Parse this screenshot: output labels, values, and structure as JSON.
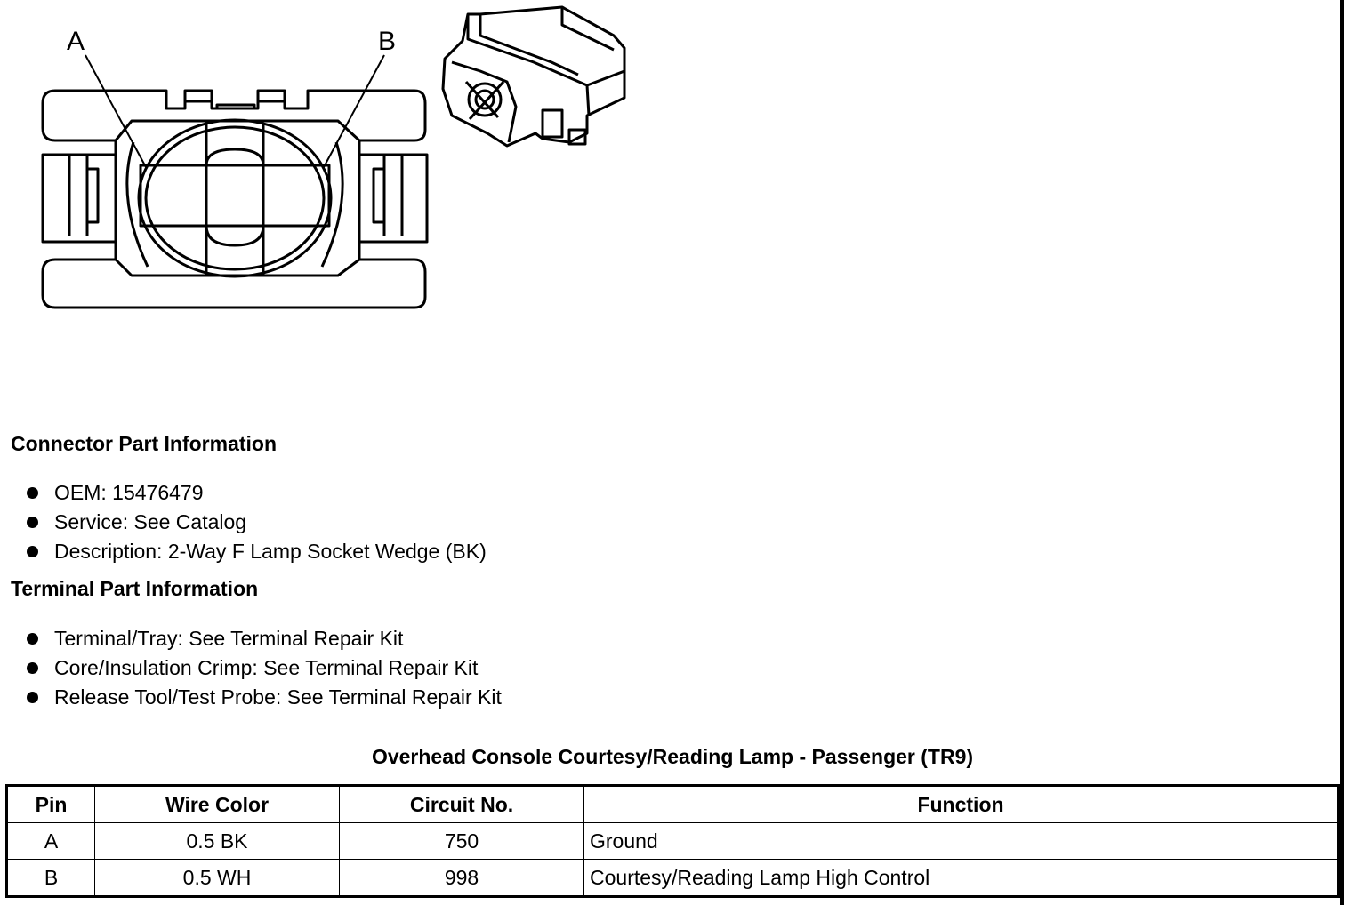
{
  "callouts": {
    "a": "A",
    "b": "B"
  },
  "connector_section": {
    "title": "Connector Part Information",
    "items": [
      "OEM: 15476479",
      "Service: See Catalog",
      "Description: 2-Way F Lamp Socket Wedge (BK)"
    ]
  },
  "terminal_section": {
    "title": "Terminal Part Information",
    "items": [
      "Terminal/Tray: See Terminal Repair Kit",
      "Core/Insulation Crimp: See Terminal Repair Kit",
      "Release Tool/Test Probe: See Terminal Repair Kit"
    ]
  },
  "table": {
    "title": "Overhead Console Courtesy/Reading Lamp - Passenger (TR9)",
    "headers": [
      "Pin",
      "Wire Color",
      "Circuit No.",
      "Function"
    ],
    "rows": [
      [
        "A",
        "0.5 BK",
        "750",
        "Ground"
      ],
      [
        "B",
        "0.5 WH",
        "998",
        "Courtesy/Reading Lamp High Control"
      ]
    ]
  }
}
